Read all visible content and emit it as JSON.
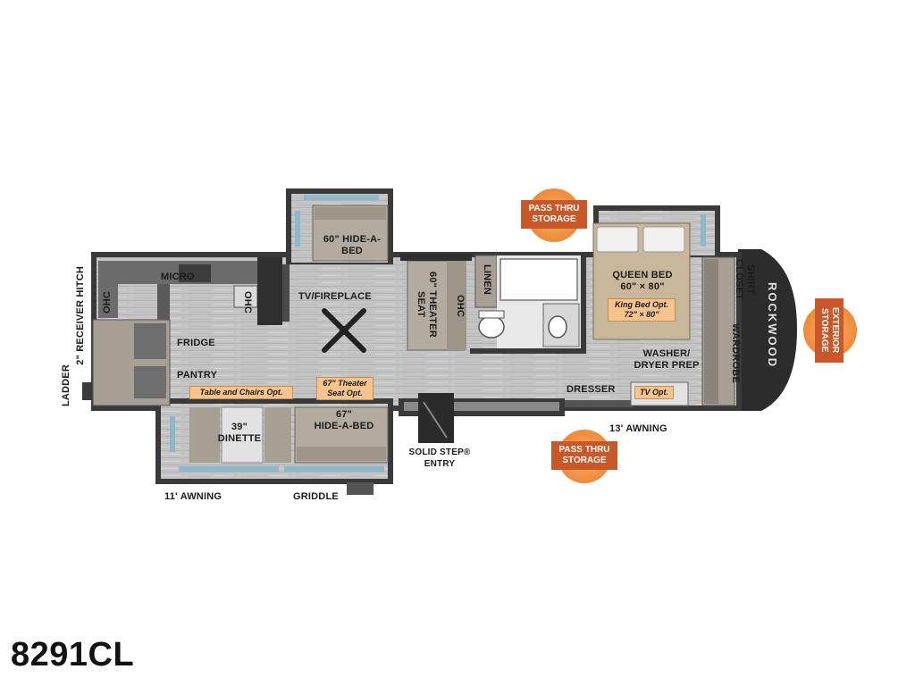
{
  "model_number": "8291CL",
  "brand_logo": "ROCKWOOD",
  "colors": {
    "floor": "#c9c9c9",
    "wall": "#3b3b3b",
    "cabinet": "#a89f94",
    "bed": "#c9b79b",
    "callout": "#c8582a",
    "callout_glow": "#f29a45",
    "option": "#f6c48f"
  },
  "labels": {
    "ladder": "LADDER",
    "receiver_hitch": "2\" RECEIVER HITCH",
    "ohc_left": "OHC",
    "micro": "MICRO",
    "ohc_kitchen": "OHC",
    "fridge": "FRIDGE",
    "pantry": "PANTRY",
    "tv_fireplace": "TV/FIREPLACE",
    "hide_a_bed_top": "60\" HIDE-A-\nBED",
    "theater_seat": "60\" THEATER\nSEAT",
    "ohc_mid": "OHC",
    "linen": "LINEN",
    "queen_bed": "QUEEN BED\n60\" × 80\"",
    "washer_dryer": "WASHER/\nDRYER PREP",
    "dresser": "DRESSER",
    "shirt_closet": "SHIRT\nCLOSET",
    "wardrobe": "WARDROBE",
    "dinette": "39\"\nDINETTE",
    "hide_a_bed_bottom": "67\"\nHIDE-A-BED",
    "solid_step": "SOLID STEP®\nENTRY",
    "awning_13": "13' AWNING",
    "awning_11": "11' AWNING",
    "griddle": "GRIDDLE"
  },
  "options": {
    "table_chairs": "Table and Chairs Opt.",
    "theater_seat_opt": "67\" Theater\nSeat Opt.",
    "king_bed": "King Bed Opt.\n72\" × 80\"",
    "tv_opt": "TV Opt."
  },
  "callouts": {
    "pass_thru_top": "PASS THRU\nSTORAGE",
    "pass_thru_bottom": "PASS THRU\nSTORAGE",
    "exterior_storage": "EXTERIOR\nSTORAGE"
  }
}
